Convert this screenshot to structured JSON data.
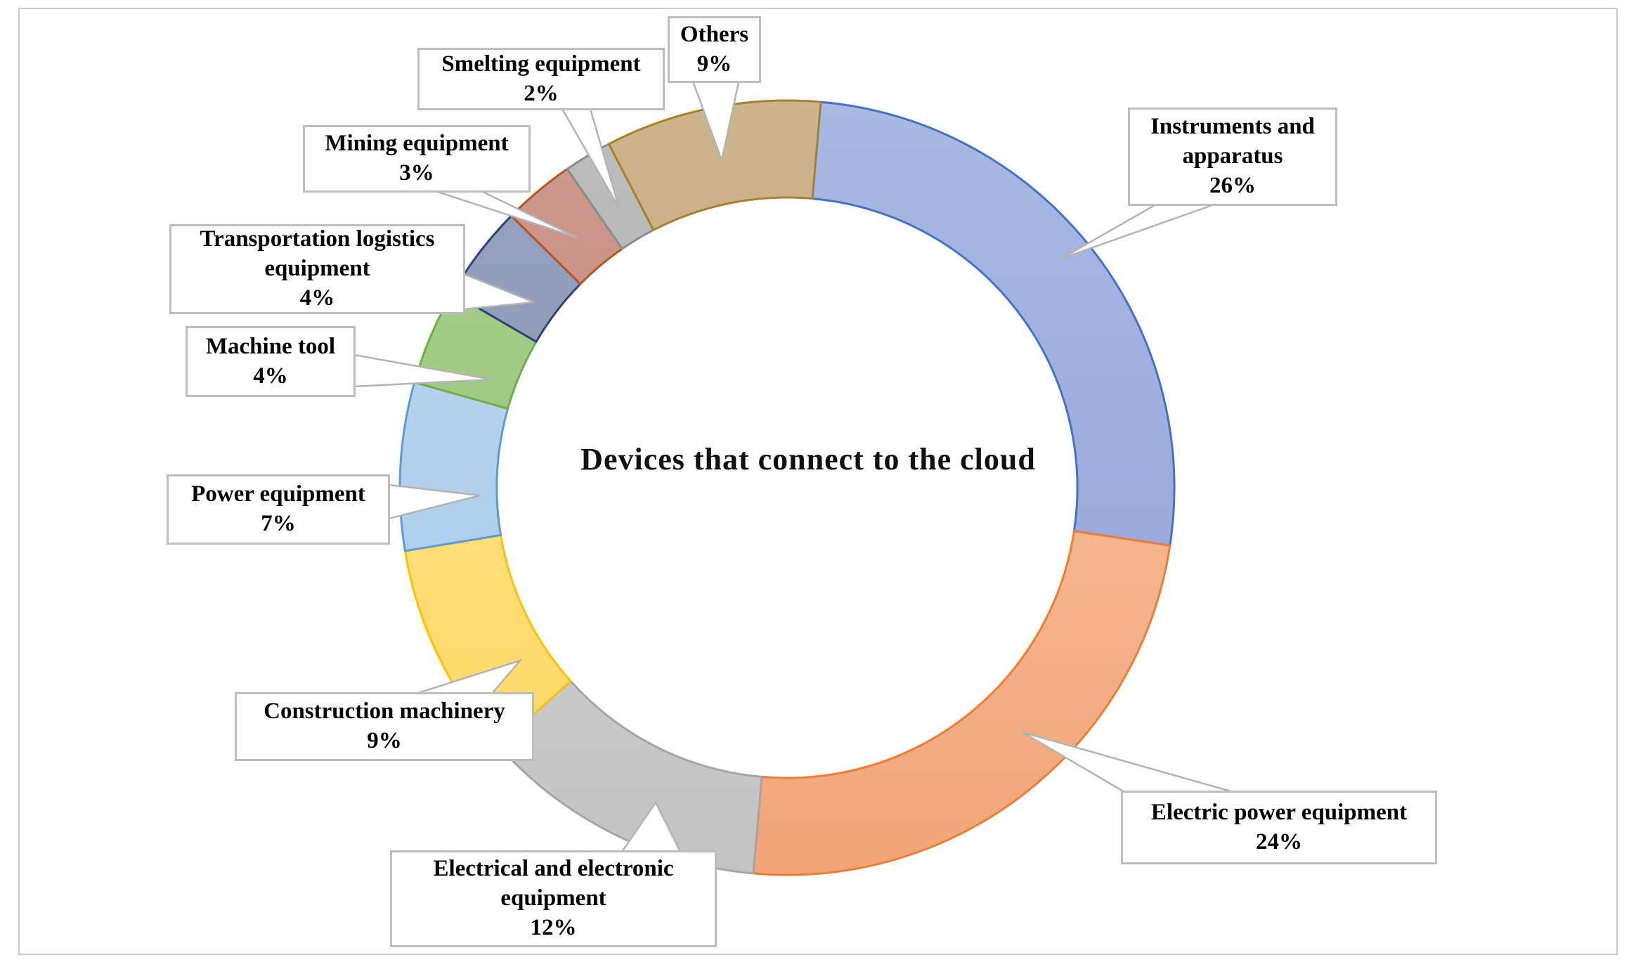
{
  "figure": {
    "background_color": "#ffffff",
    "frame_border_color": "#c9c9c9"
  },
  "chart_data": {
    "type": "pie",
    "subtype": "donut",
    "title": "Devices that connect to the cloud",
    "title_position": "center of donut hole",
    "unit": "percent",
    "total": 100,
    "legend_position": "callout labels around ring",
    "grid": false,
    "segments": [
      {
        "label": "Instruments and apparatus",
        "value": 26,
        "value_label": "26%",
        "fill": "#8FA0D6",
        "fill_light": "#AAB8E4",
        "stroke": "#4472C4"
      },
      {
        "label": "Electric power equipment",
        "value": 24,
        "value_label": "24%",
        "fill": "#F2A478",
        "fill_light": "#F8CBAD",
        "stroke": "#ED7D31"
      },
      {
        "label": "Electrical and electronic equipment",
        "value": 12,
        "value_label": "12%",
        "fill": "#C3C3C3",
        "fill_light": "#D9D9D9",
        "stroke": "#A5A5A5"
      },
      {
        "label": "Construction machinery",
        "value": 9,
        "value_label": "9%",
        "fill": "#FFD75E",
        "fill_light": "#FFE699",
        "stroke": "#FFC000"
      },
      {
        "label": "Power equipment",
        "value": 7,
        "value_label": "7%",
        "fill": "#A6C9EA",
        "fill_light": "#BDD7EE",
        "stroke": "#5B9BD5"
      },
      {
        "label": "Machine tool",
        "value": 4,
        "value_label": "4%",
        "fill": "#93C073",
        "fill_light": "#A9D18E",
        "stroke": "#70AD47"
      },
      {
        "label": "Transportation logistics equipment",
        "value": 4,
        "value_label": "4%",
        "fill": "#8290AF",
        "fill_light": "#97A3BF",
        "stroke": "#2E4372"
      },
      {
        "label": "Mining equipment",
        "value": 3,
        "value_label": "3%",
        "fill": "#BE8175",
        "fill_light": "#D0998D",
        "stroke": "#B5561F"
      },
      {
        "label": "Smelting equipment",
        "value": 2,
        "value_label": "2%",
        "fill": "#A9A9A9",
        "fill_light": "#BDBDBD",
        "stroke": "#8C8C8C"
      },
      {
        "label": "Others",
        "value": 9,
        "value_label": "9%",
        "fill": "#BFA173",
        "fill_light": "#CDB48D",
        "stroke": "#A5832C"
      }
    ]
  }
}
